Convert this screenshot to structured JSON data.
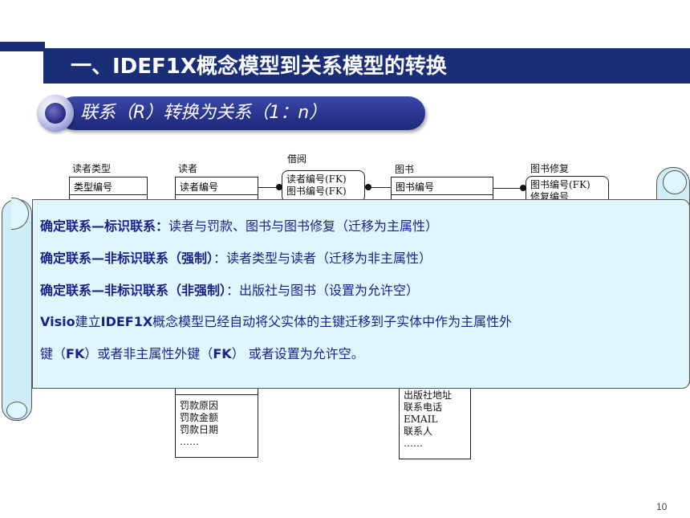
{
  "slide": {
    "title": "一、IDEF1X概念模型到关系模型的转换",
    "subtitle": "联系（R）转换为关系（1：n）",
    "page_number": "10"
  },
  "diagram": {
    "entities": {
      "reader_type": {
        "name": "读者类型",
        "key": "类型编号"
      },
      "reader": {
        "name": "读者",
        "key": "读者编号"
      },
      "borrow": {
        "name": "借阅",
        "key1": "读者编号(FK)",
        "key2": "图书编号(FK)"
      },
      "book": {
        "name": "图书",
        "key": "图书编号"
      },
      "book_repair": {
        "name": "图书修复",
        "key1": "图书编号(FK)",
        "key2": "修复编号"
      }
    },
    "fine_attrs": [
      "罚款原因",
      "罚款金额",
      "罚款日期",
      "……"
    ],
    "publisher_attrs": [
      "出版社地址",
      "联系电话",
      "EMAIL",
      "联系人",
      "……"
    ]
  },
  "notes": {
    "line1": {
      "head": "确定联系—标识联系：",
      "body": "读者与罚款、图书与图书修复（迁移为主属性）"
    },
    "line2": {
      "head": "确定联系—非标识联系（强制）",
      "body": "：读者类型与读者（迁移为非主属性）"
    },
    "line3": {
      "head": "确定联系—非标识联系（非强制）",
      "body": "：出版社与图书（设置为允许空）"
    },
    "line4": {
      "part1": "Visio",
      "part2": "建立",
      "part3": "IDEF1X",
      "part4": "概念模型已经自动将父实体的主键迁移到子实体中作为主属性外"
    },
    "line5": {
      "part1": "键（",
      "part2": "FK",
      "part3": "）或者非主属性外键（",
      "part4": "FK",
      "part5": "） 或者设置为允许空。"
    }
  }
}
